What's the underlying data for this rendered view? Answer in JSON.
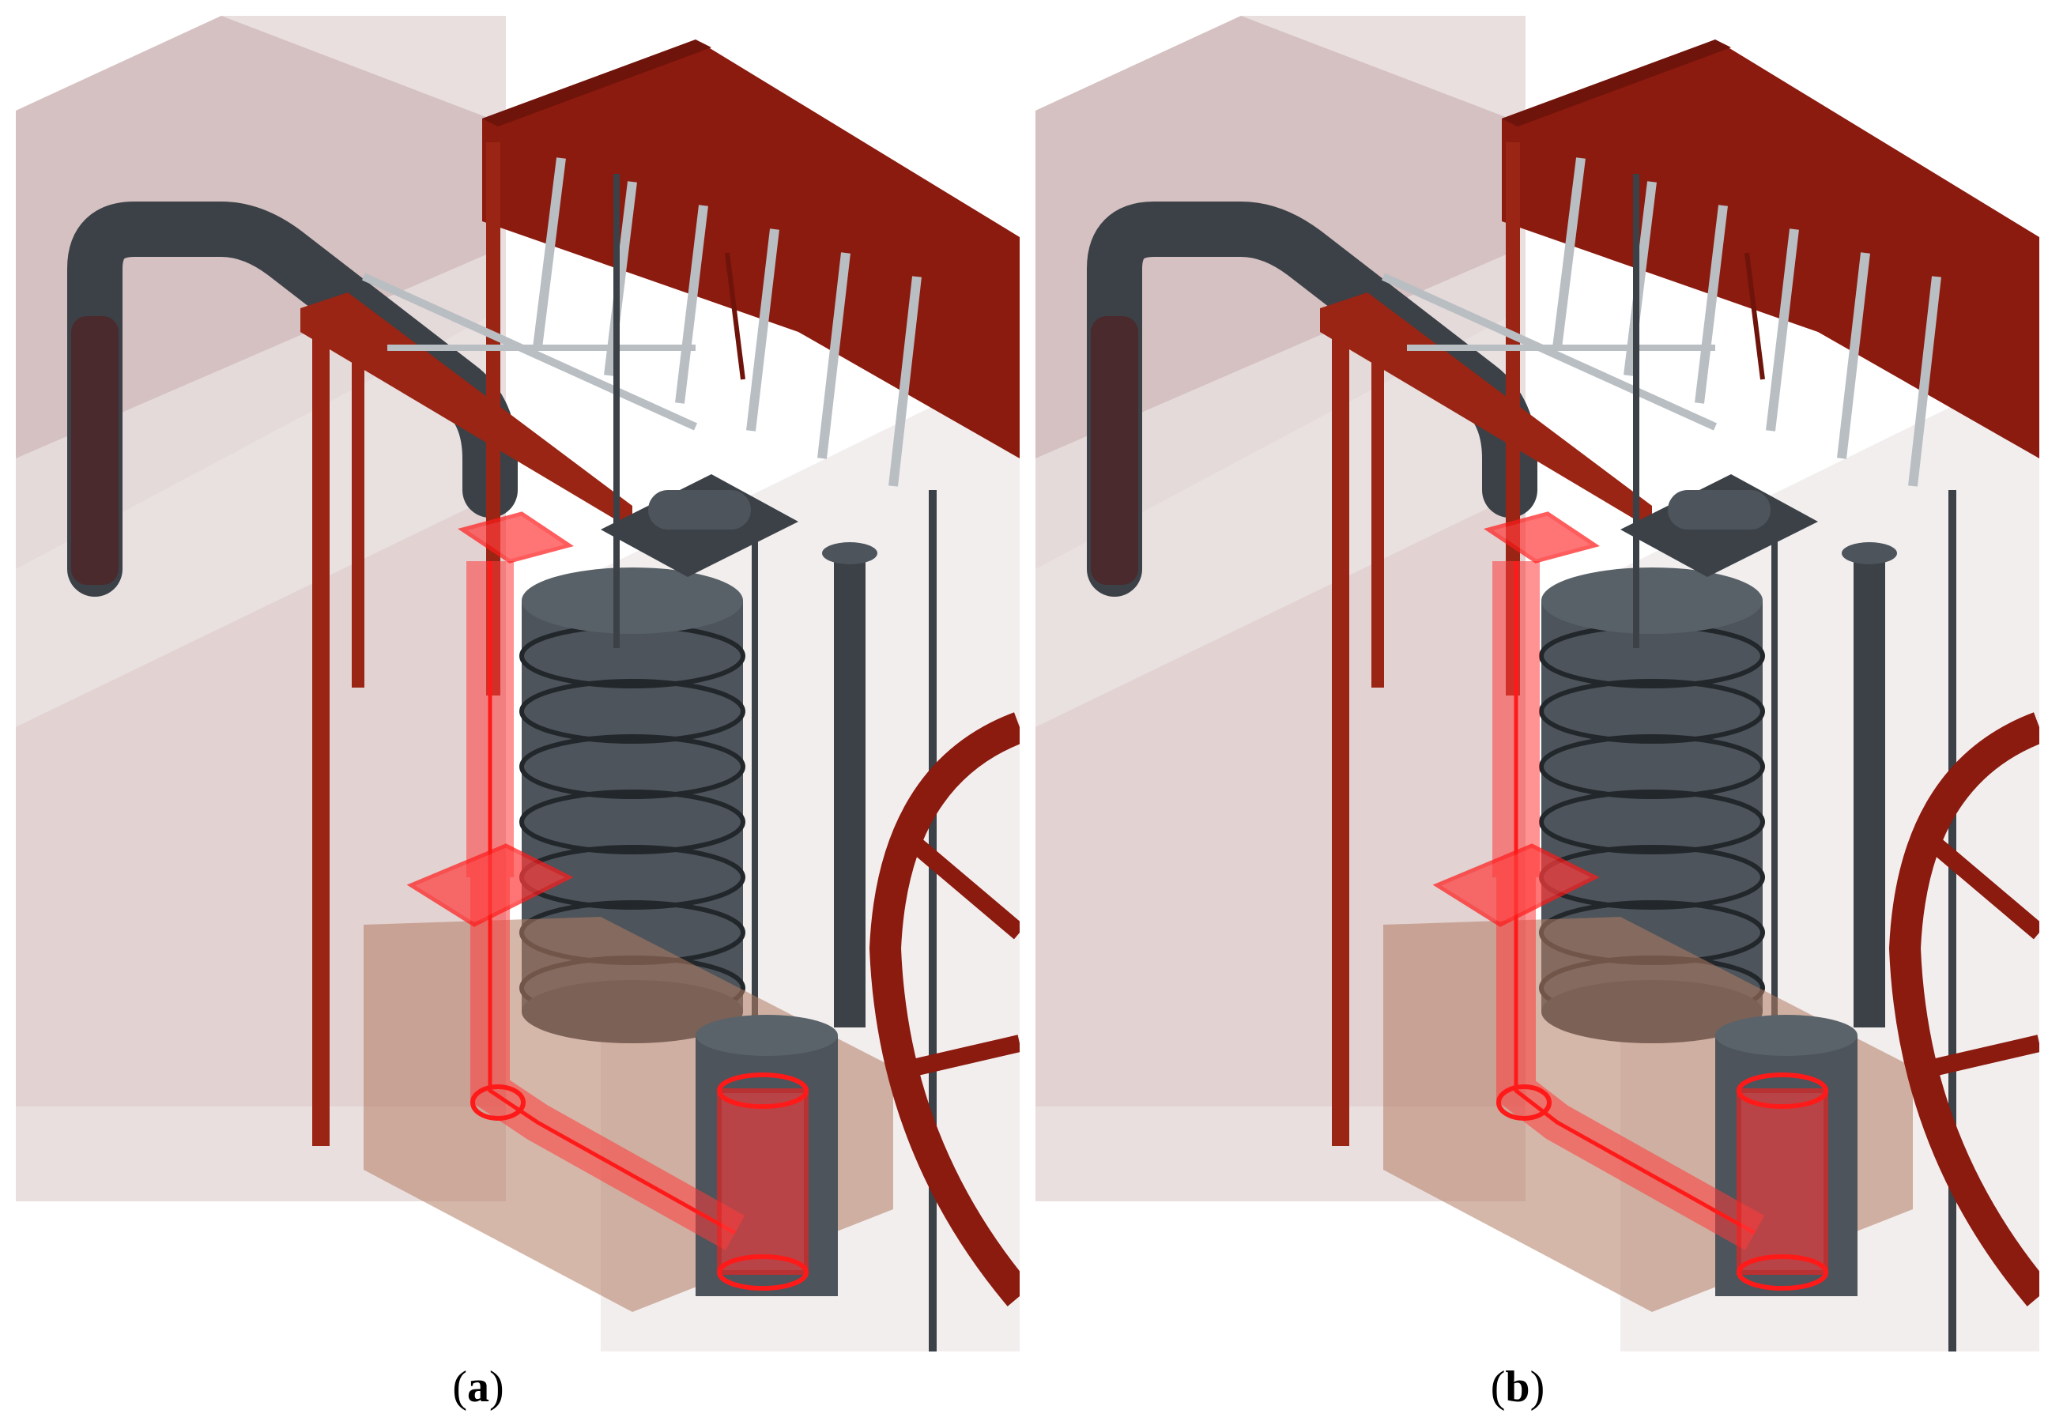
{
  "figure": {
    "panels": [
      {
        "id": "a",
        "caption_letter": "a"
      },
      {
        "id": "b",
        "caption_letter": "b"
      }
    ]
  },
  "colors": {
    "background": "#ffffff",
    "wall": "#d9c4c4",
    "wall_shade": "#c7aeae",
    "floor": "#e8e0e0",
    "beam_red": "#8b1a0f",
    "beam_red_dark": "#6e140b",
    "frame_red": "#9a2514",
    "metal_dark": "#3b4147",
    "metal_mid": "#4d545b",
    "metal_light": "#b9bec3",
    "pit_brown": "#b27b62",
    "highlight_red": "#ff1a1a",
    "highlight_fill": "#ff3b3b"
  },
  "icons": [
    "steam-pipe-shape",
    "weight-stack-shape",
    "flywheel-shape",
    "highlighted-water-path"
  ]
}
